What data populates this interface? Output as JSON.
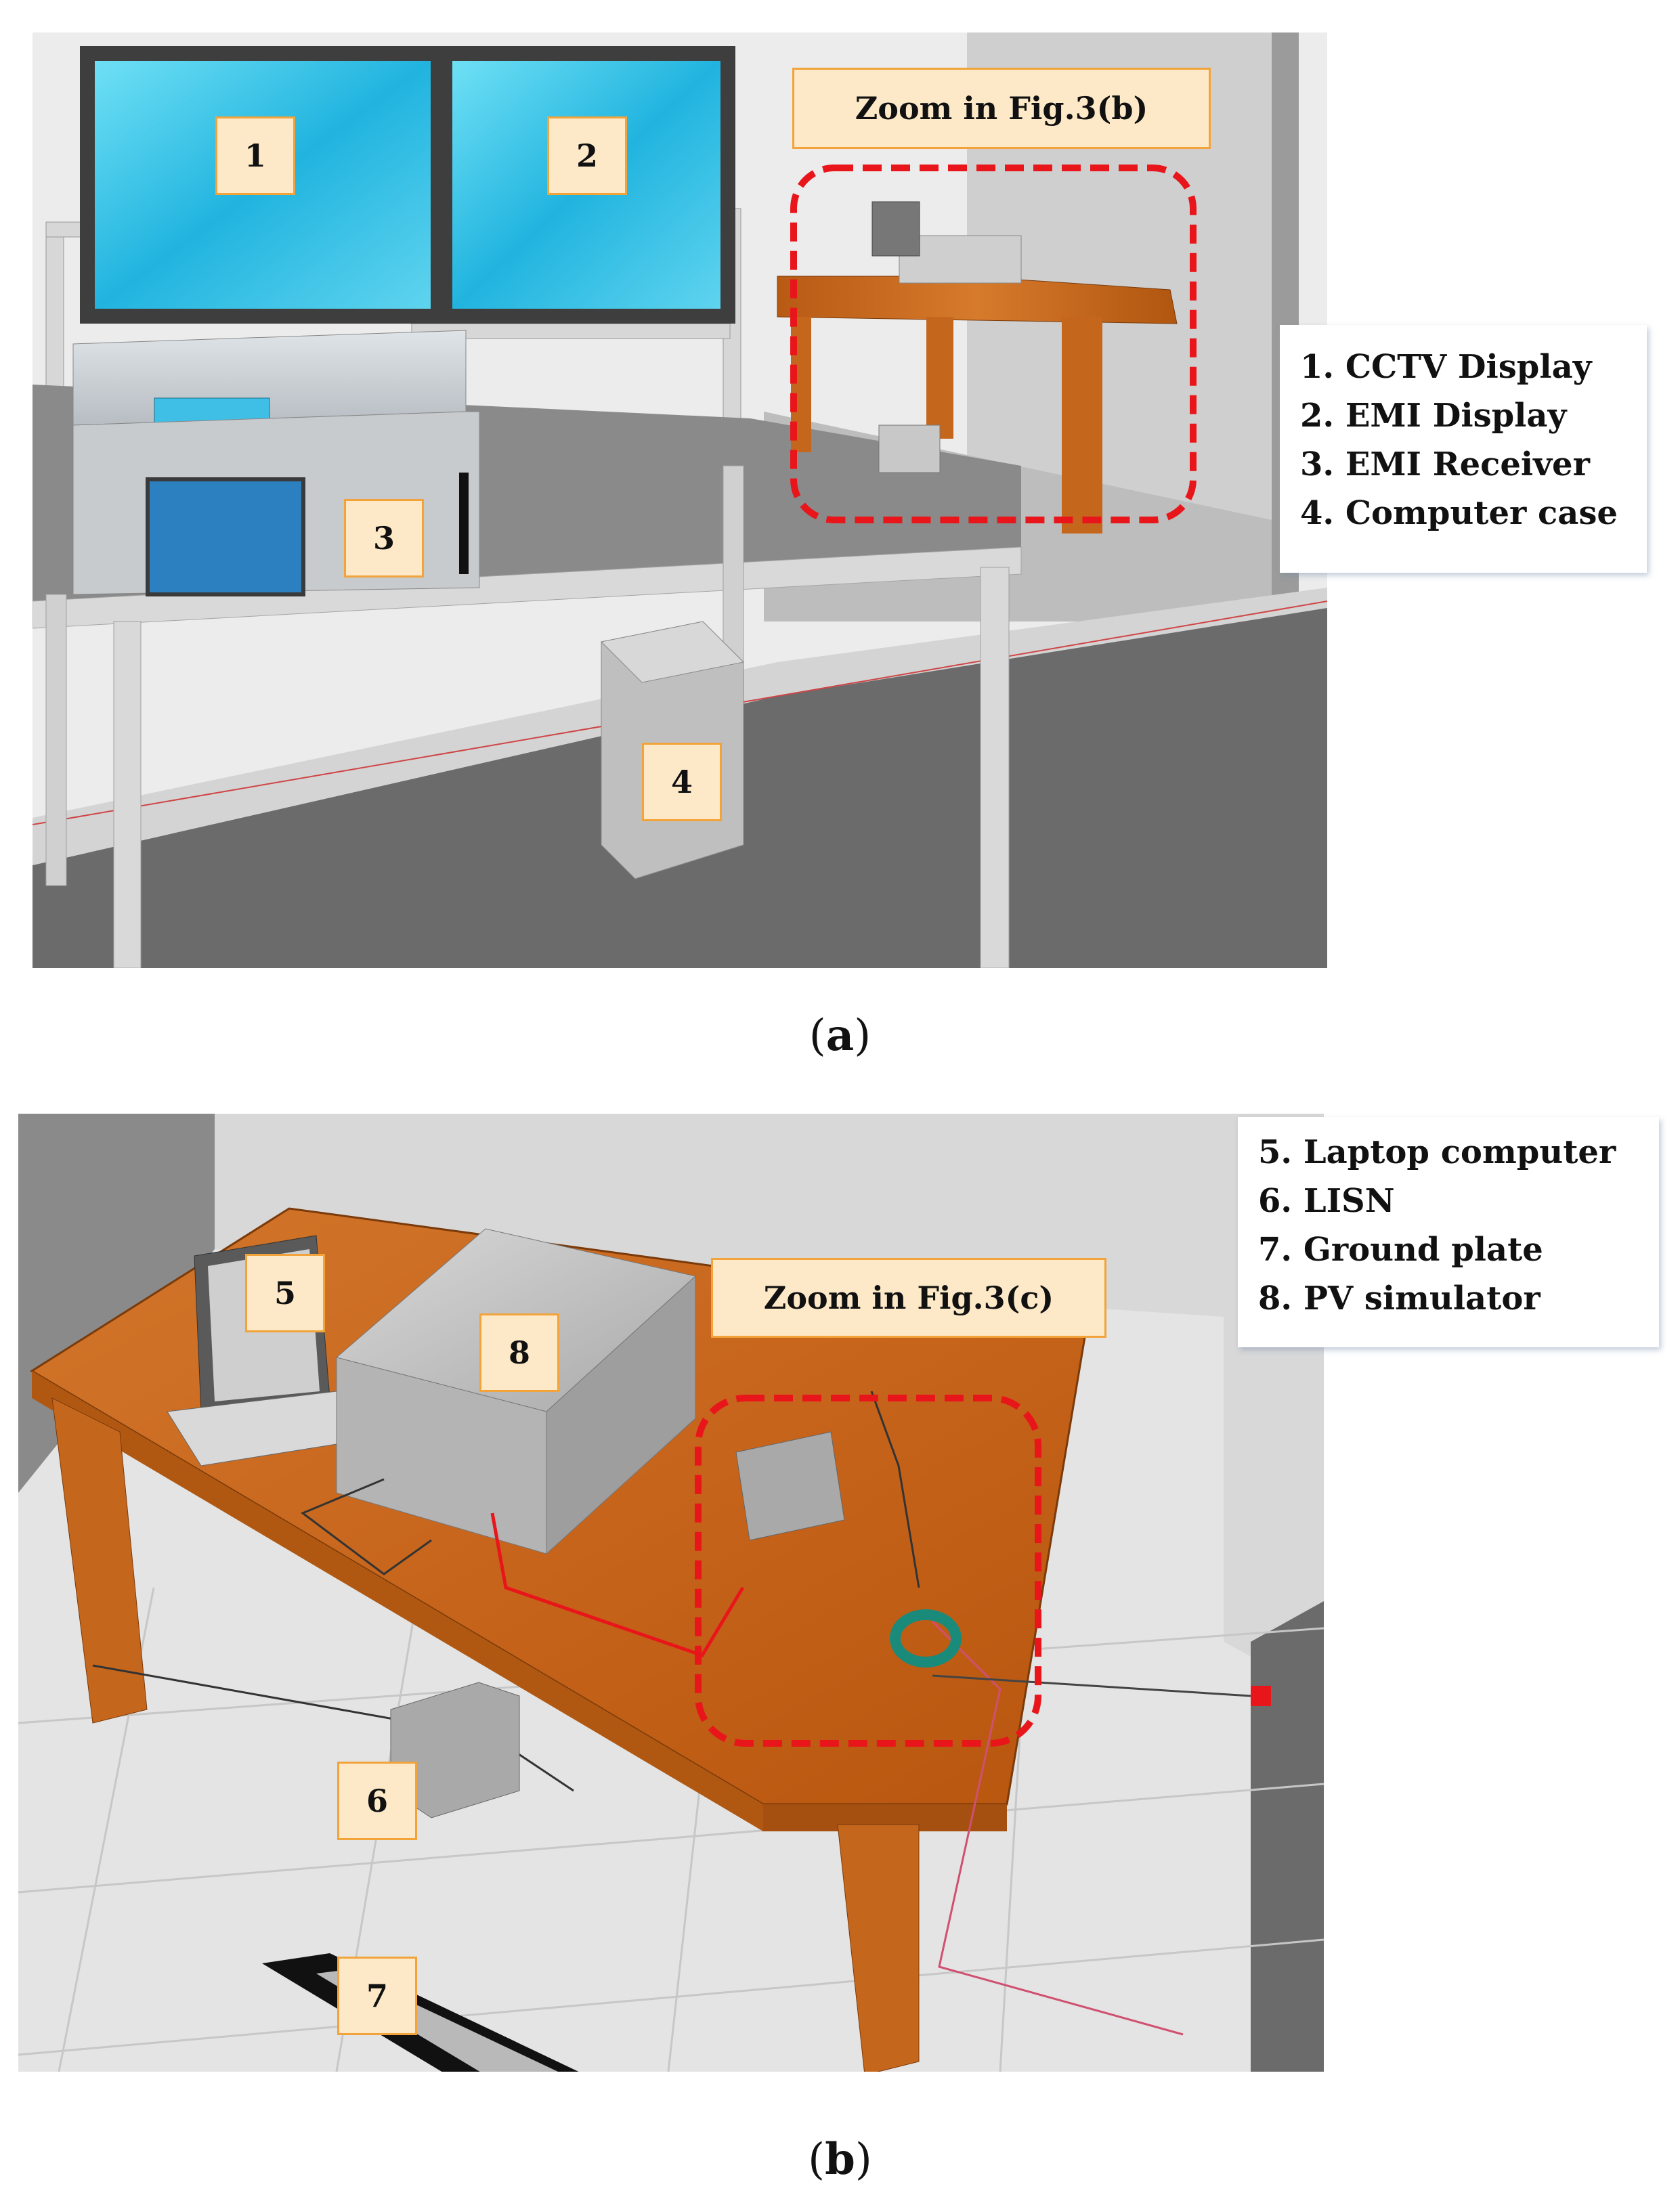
{
  "figure_a": {
    "caption_letter": "a",
    "zoom_label": "Zoom in Fig.3(b)",
    "numbers": [
      "1",
      "2",
      "3",
      "4"
    ],
    "legend": [
      "1. CCTV Display",
      "2. EMI Display",
      "3. EMI Receiver",
      "4. Computer case"
    ]
  },
  "figure_b": {
    "caption_letter": "b",
    "zoom_label": "Zoom in Fig.3(c)",
    "numbers": [
      "5",
      "8",
      "6",
      "7"
    ],
    "legend": [
      "5. Laptop computer",
      "6. LISN",
      "7. Ground plate",
      "8. PV simulator"
    ]
  },
  "colors": {
    "label_fill": "#fde9c8",
    "label_border": "#f2a33a",
    "zoom_box": "#e8161a",
    "wood": "#c8661c",
    "screen": "#2fc3e6"
  }
}
